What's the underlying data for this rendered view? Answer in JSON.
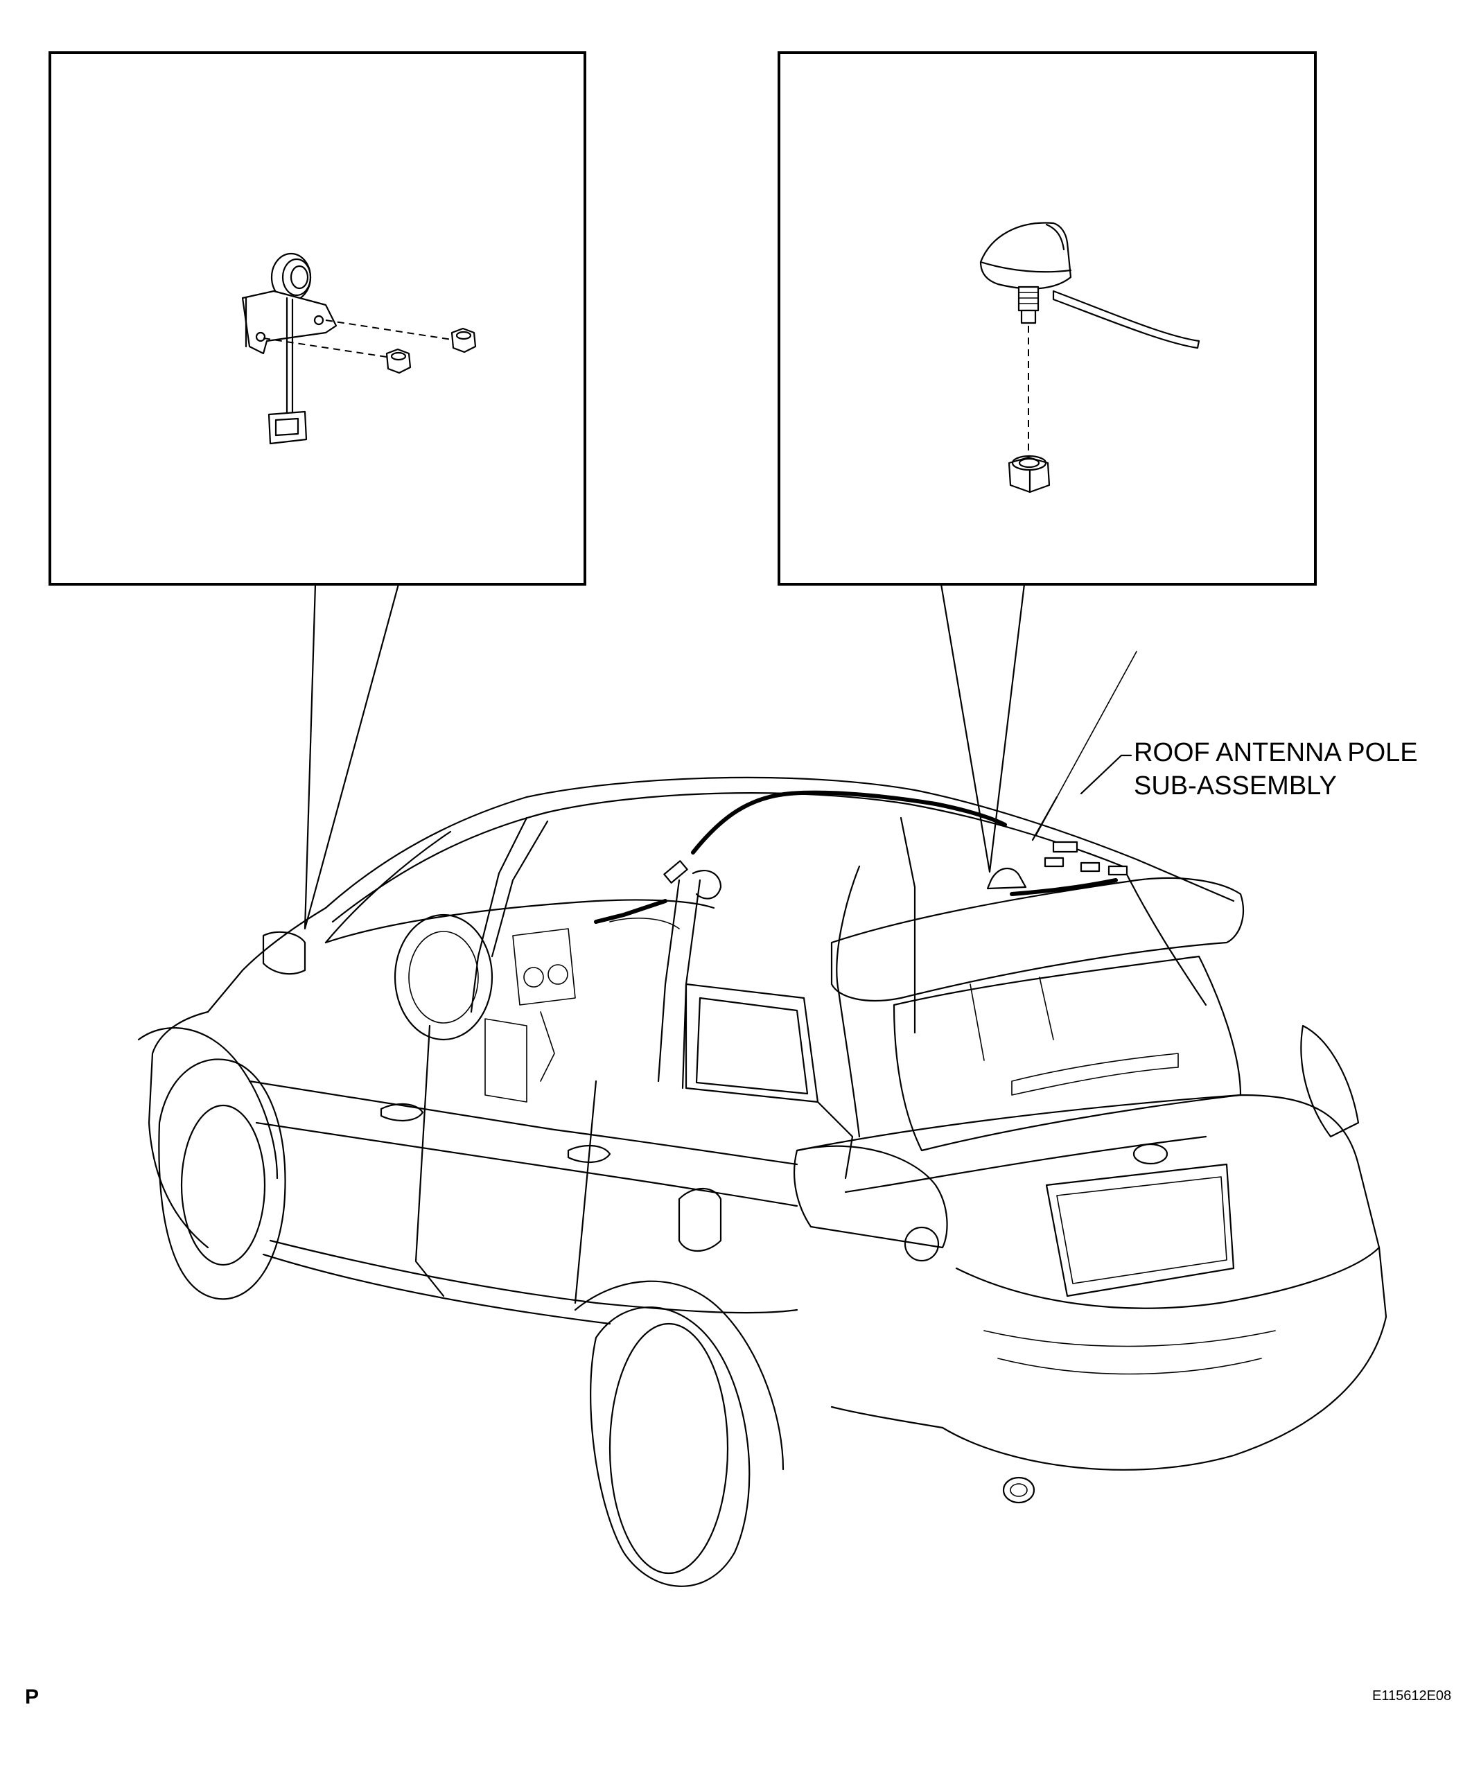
{
  "callout": {
    "line1": "ROOF ANTENNA POLE",
    "line2": "SUB-ASSEMBLY"
  },
  "corner_code": "P",
  "figure_id": "E115612E08",
  "icons": [
    "antenna-cord-bracket-icon",
    "nut-icon",
    "antenna-base-icon",
    "vehicle-icon",
    "antenna-pole-icon"
  ]
}
